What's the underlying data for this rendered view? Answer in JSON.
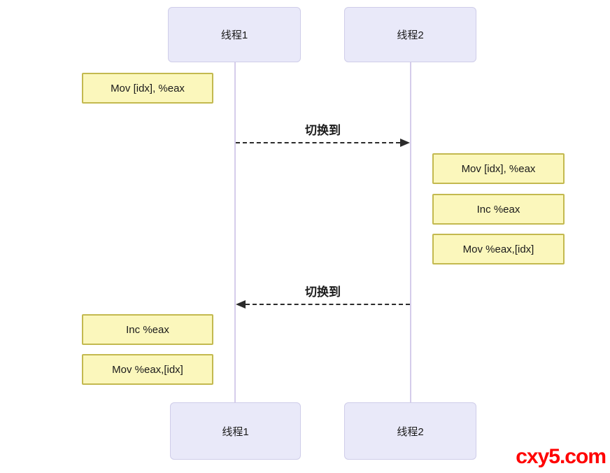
{
  "colors": {
    "background": "#ffffff",
    "actor_fill": "#e9e9f9",
    "actor_border": "#cfcde9",
    "step_fill": "#fbf7bc",
    "step_border": "#c3b94f",
    "lifeline": "#d5cceb",
    "arrow": "#2b2b2b",
    "text": "#1a1a1a",
    "watermark": "#ff0000"
  },
  "diagram": {
    "actors": [
      {
        "label": "线程1"
      },
      {
        "label": "线程2"
      }
    ],
    "messages": [
      {
        "label": "切换到",
        "direction": "left-to-right"
      },
      {
        "label": "切换到",
        "direction": "right-to-left"
      }
    ],
    "steps": {
      "thread1_initial": [
        "Mov [idx], %eax"
      ],
      "thread2": [
        "Mov [idx], %eax",
        "Inc %eax",
        "Mov %eax,[idx]"
      ],
      "thread1_resumed": [
        "Inc %eax",
        "Mov %eax,[idx]"
      ]
    }
  },
  "watermark": {
    "text": "cxy5.com"
  }
}
